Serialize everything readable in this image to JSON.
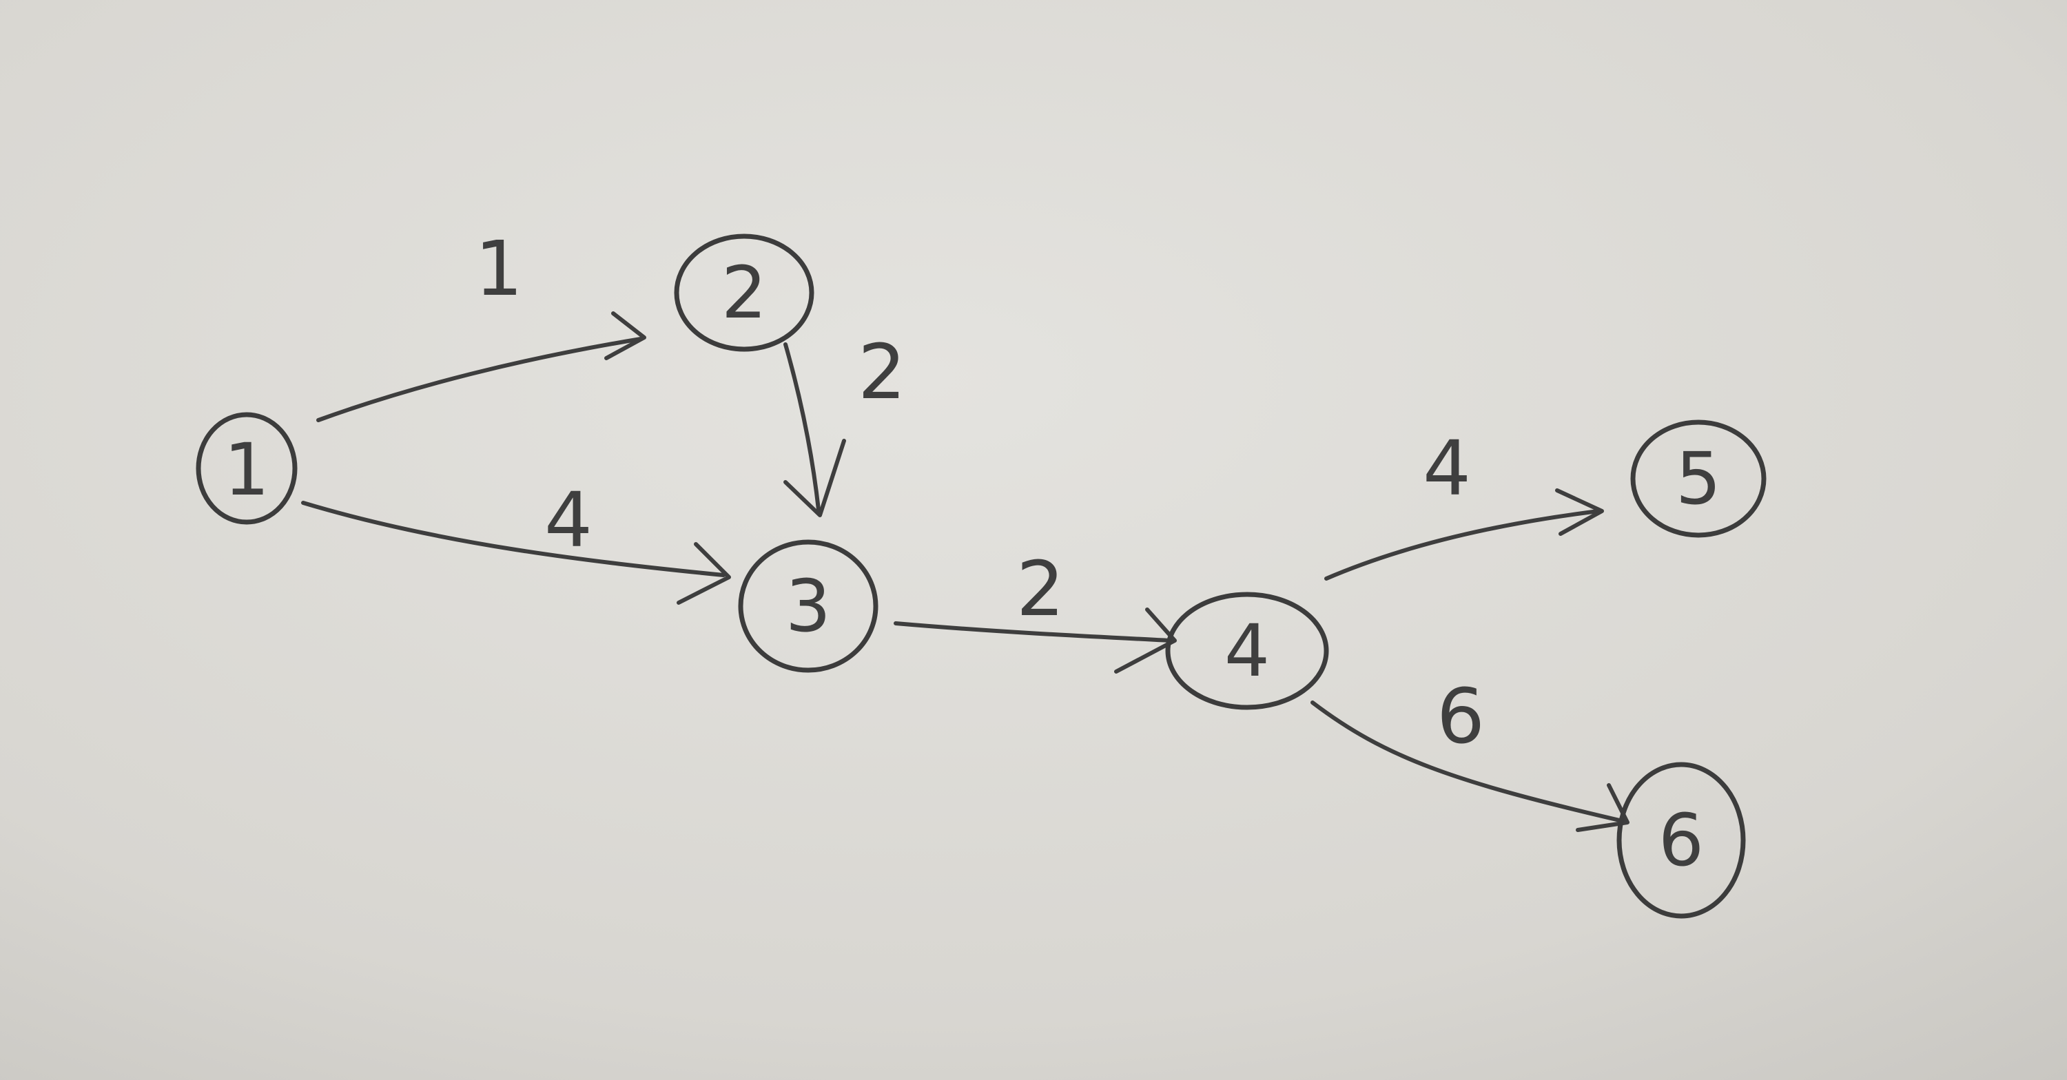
{
  "diagram": {
    "type": "directed-weighted-graph",
    "nodes": [
      {
        "id": "1",
        "label": "1"
      },
      {
        "id": "2",
        "label": "2"
      },
      {
        "id": "3",
        "label": "3"
      },
      {
        "id": "4",
        "label": "4"
      },
      {
        "id": "5",
        "label": "5"
      },
      {
        "id": "6",
        "label": "6"
      }
    ],
    "edges": [
      {
        "from": "1",
        "to": "2",
        "weight": "1"
      },
      {
        "from": "1",
        "to": "3",
        "weight": "4"
      },
      {
        "from": "2",
        "to": "3",
        "weight": "2"
      },
      {
        "from": "3",
        "to": "4",
        "weight": "2"
      },
      {
        "from": "4",
        "to": "5",
        "weight": "4"
      },
      {
        "from": "4",
        "to": "6",
        "weight": "6"
      }
    ]
  },
  "colors": {
    "paper": "#d9d7d2",
    "ink": "#3e3e3e"
  }
}
